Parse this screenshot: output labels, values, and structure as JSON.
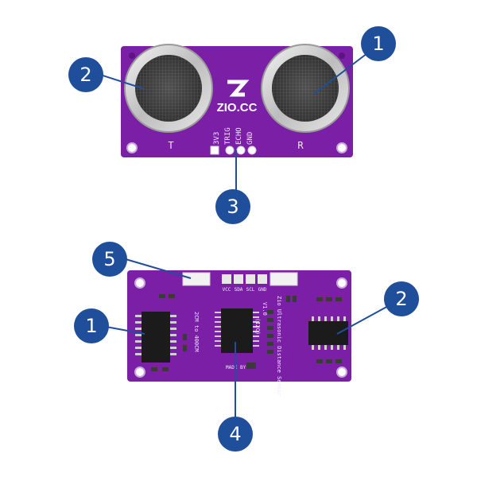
{
  "top_board": {
    "logo": "ZIO.CC",
    "transducer_t": "T",
    "transducer_r": "R",
    "pins": [
      "3V3",
      "TRIG",
      "ECHO",
      "GND"
    ]
  },
  "bottom_board": {
    "header_labels": [
      "VCC",
      "SDA",
      "SCL",
      "GND"
    ],
    "silk_left": "2CM to 400CM",
    "silk_title": "Zio Ultrasonic Distance Sensor",
    "silk_version": "V1.0",
    "silk_i2c": "(I2C)",
    "silk_bottom": "MADE BY"
  },
  "callouts": {
    "top_transmitter": "2",
    "top_receiver": "1",
    "top_pins": "3",
    "bottom_connector": "5",
    "bottom_left_ic": "1",
    "bottom_right_ic": "2",
    "bottom_center_ic": "4"
  },
  "colors": {
    "pcb": "#7a1fa6",
    "pcb_dark": "#5c1480",
    "callout": "#1f4e9a",
    "metal": "#c9c9c9"
  }
}
